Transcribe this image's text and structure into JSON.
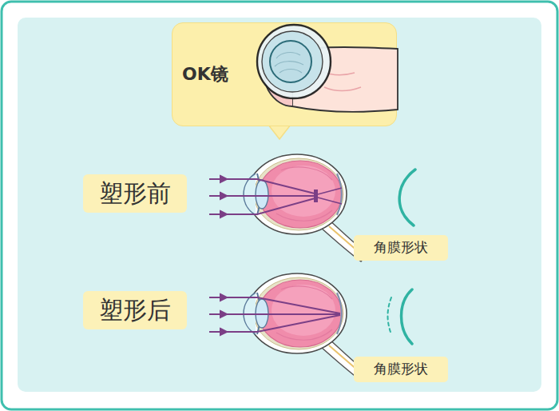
{
  "diagram": {
    "nodes": [
      {
        "text": [
          "OK镜"
        ]
      },
      {
        "text": [
          "塑形前"
        ]
      },
      {
        "text": [
          "角膜形状"
        ]
      },
      {
        "text": [
          "塑形后"
        ]
      },
      {
        "text": [
          "角膜形状"
        ]
      }
    ]
  }
}
